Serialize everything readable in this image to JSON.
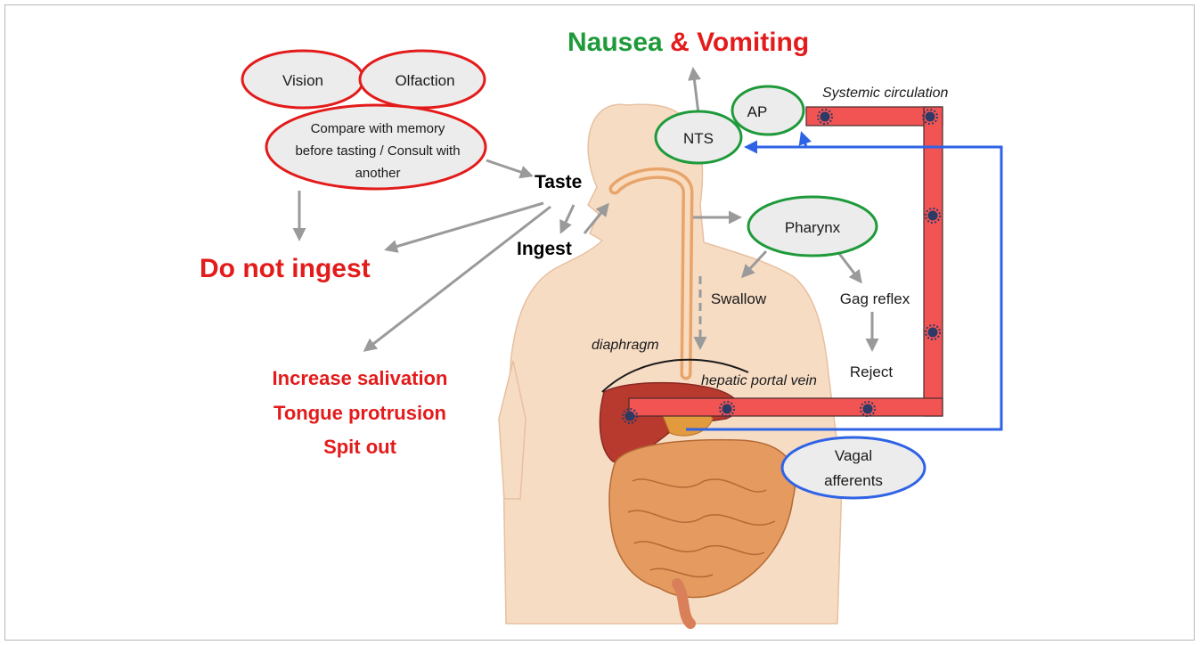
{
  "title": {
    "nausea": "Nausea",
    "amp": "&",
    "vomiting": "Vomiting"
  },
  "senses": {
    "vision": "Vision",
    "olfaction": "Olfaction",
    "compare_line1": "Compare with memory",
    "compare_line2": "before tasting / Consult with",
    "compare_line3": "another"
  },
  "nodes": {
    "taste": "Taste",
    "ingest": "Ingest",
    "do_not_ingest": "Do not ingest",
    "pharynx": "Pharynx",
    "swallow": "Swallow",
    "gag_reflex": "Gag reflex",
    "reject": "Reject",
    "nts": "NTS",
    "ap": "AP",
    "vagal_line1": "Vagal",
    "vagal_line2": "afferents"
  },
  "responses": [
    "Increase salivation",
    "Tongue protrusion",
    "Spit out"
  ],
  "anatomy": {
    "systemic_circulation": "Systemic circulation",
    "diaphragm": "diaphragm",
    "hepatic_portal_vein": "hepatic portal vein"
  },
  "colors": {
    "red": "#e31b1b",
    "green": "#1e9a3a",
    "blue": "#2f63e6",
    "vessel": "#f25454",
    "gray_arrow": "#9a9a9a",
    "body_skin": "#f7dcc4"
  }
}
